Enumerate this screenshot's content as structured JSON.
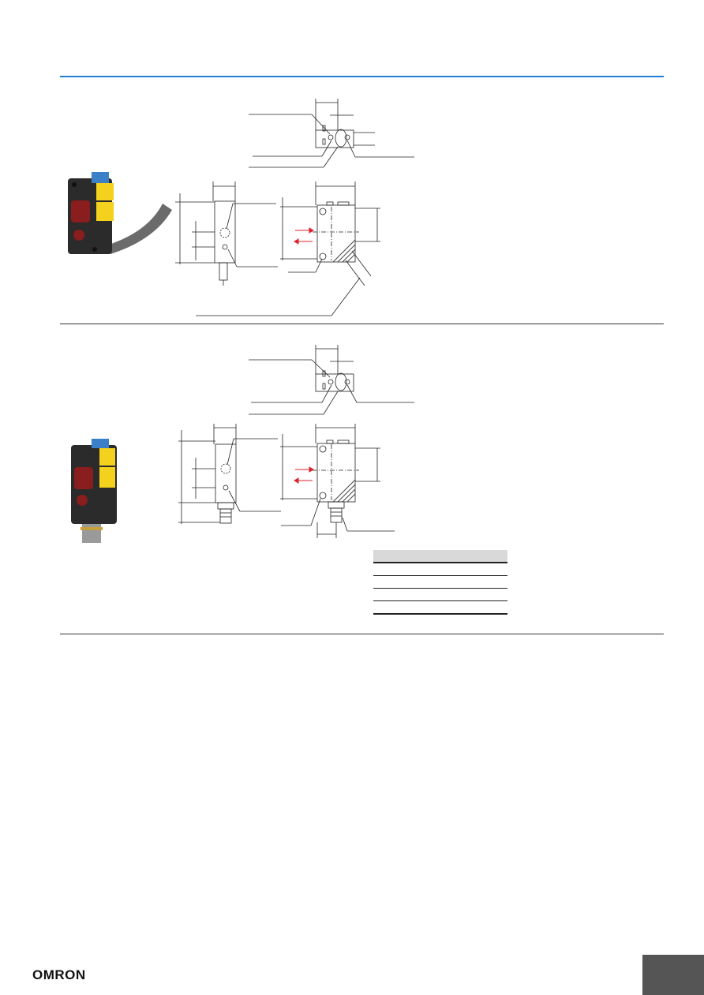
{
  "brand": {
    "logo_text": "OMRON"
  },
  "colors": {
    "rule_blue": "#1f7fd6",
    "arrow_red": "#e0202a",
    "label_yellow": "#f4d11d",
    "body_dark": "#2b2b2b",
    "tab_gray": "#555555"
  },
  "sections": [
    {
      "variant": "cable-type",
      "image_icon": "sensor-photo-cable"
    },
    {
      "variant": "connector-type",
      "image_icon": "sensor-photo-connector"
    }
  ],
  "pin_table": {
    "rows": 5,
    "columns": 2
  }
}
